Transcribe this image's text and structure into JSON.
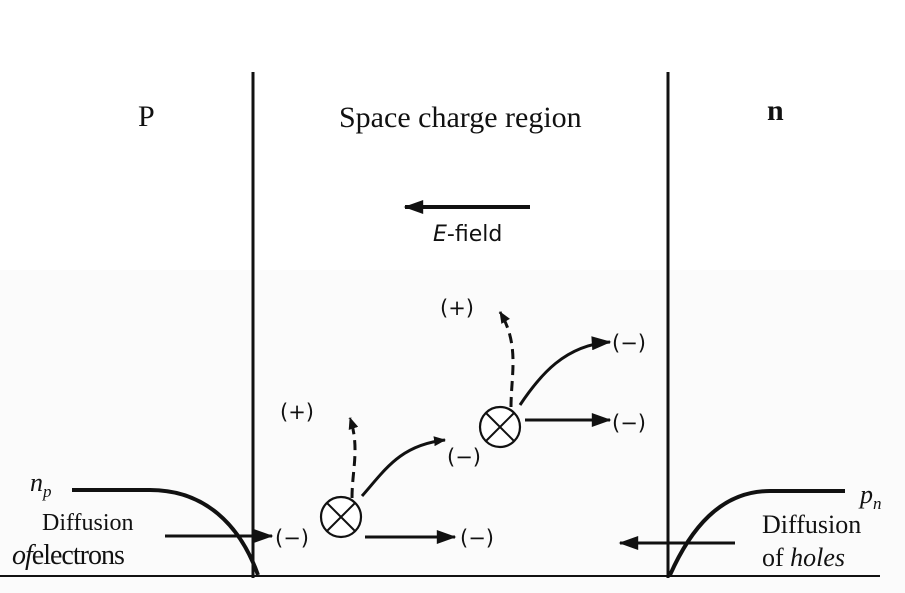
{
  "regions": {
    "p_label": "P",
    "center_label": "Space charge region",
    "n_label": "n"
  },
  "efield": {
    "label_e": "E",
    "label_rest": "-field"
  },
  "carriers": {
    "plus_1": "(+)",
    "plus_2": "(+)",
    "minus_1": "(−)",
    "minus_2": "(−)",
    "minus_3": "(−)",
    "minus_4": "(−)",
    "minus_5": "(−)"
  },
  "left_side": {
    "np_main": "n",
    "np_sub": "p",
    "line1": "Diffusion",
    "line2_of": "of",
    "line2_word": "electrons"
  },
  "right_side": {
    "pn_main": "p",
    "pn_sub": "n",
    "line1": "Diffusion",
    "line2_of": "of",
    "line2_word": "holes"
  },
  "colors": {
    "ink": "#111111",
    "background": "#ffffff"
  }
}
